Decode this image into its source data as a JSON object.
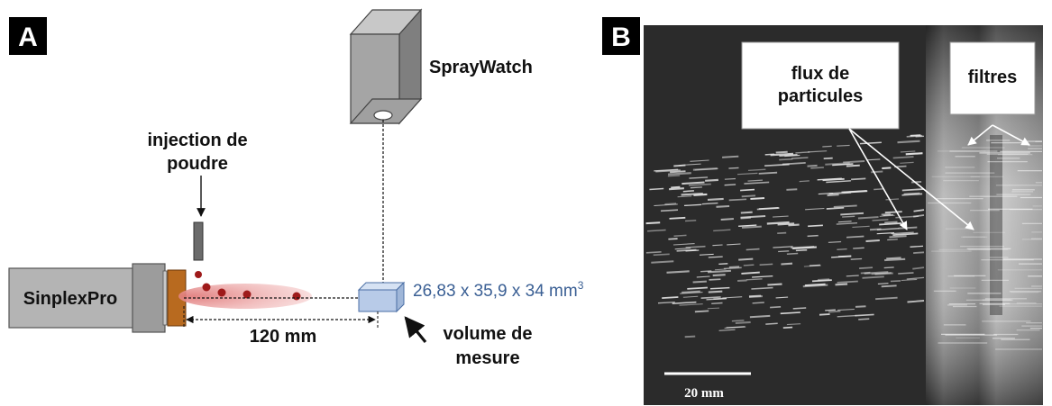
{
  "panel_a": {
    "letter": "A",
    "camera_label": "SprayWatch",
    "injection_label_line1": "injection de",
    "injection_label_line2": "poudre",
    "torch_label": "SinplexPro",
    "volume_dims": "26,83 x 35,9 x 34 mm",
    "volume_dims_sup": "3",
    "distance_label": "120 mm",
    "volume_label_line1": "volume de",
    "volume_label_line2": "mesure"
  },
  "panel_b": {
    "letter": "B",
    "particle_flow_line1": "flux de",
    "particle_flow_line2": "particules",
    "filters_label": "filtres",
    "scale_bar_label": "20 mm"
  },
  "colors": {
    "plume": "#e8a3a3",
    "particles": "#9e1a1a",
    "nozzle": "#b86a1f",
    "volume_box": "#b8cbe8",
    "volume_text": "#3a5f94"
  }
}
